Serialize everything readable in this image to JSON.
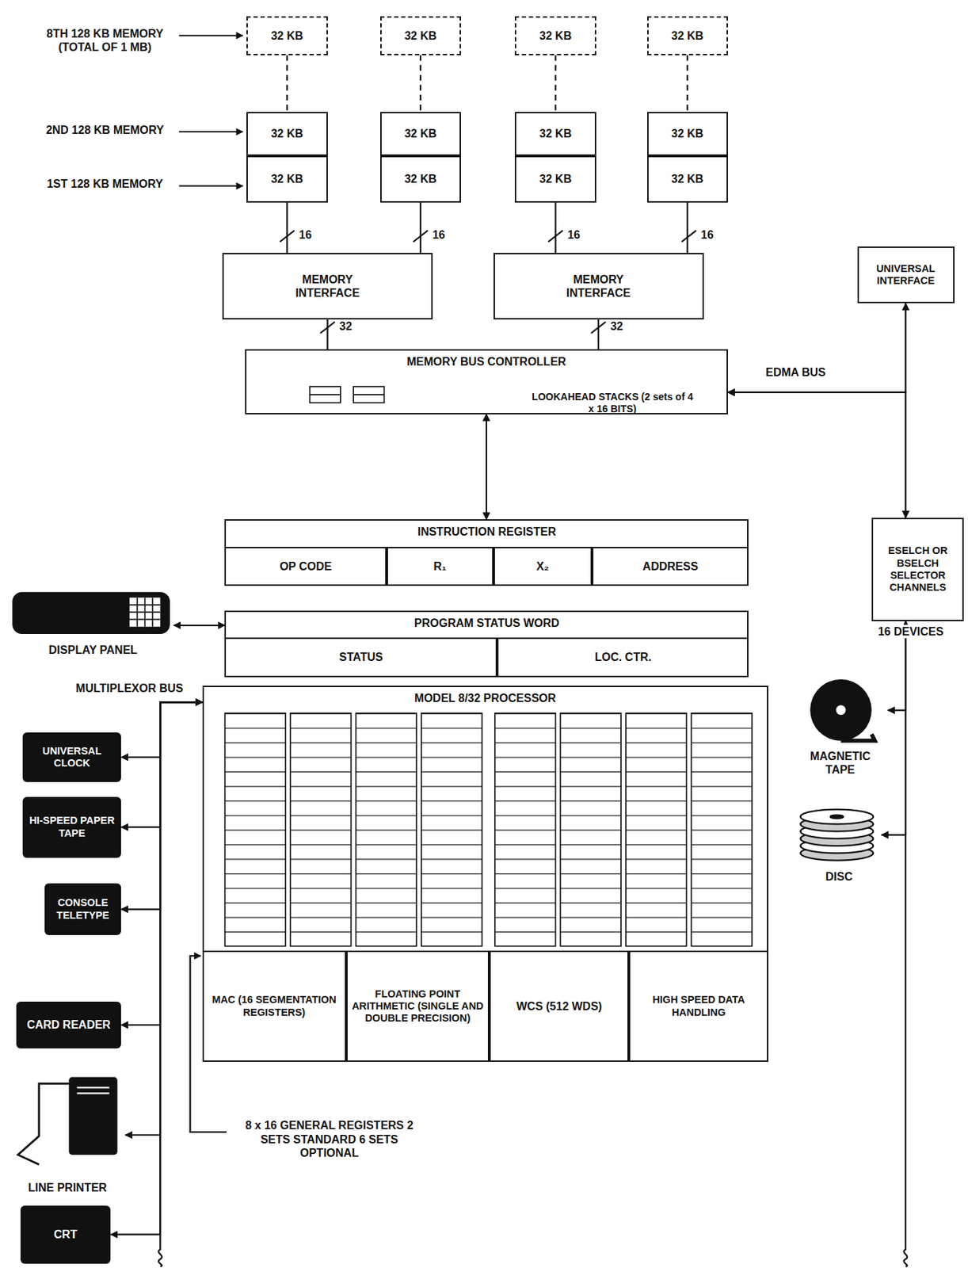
{
  "diagram": {
    "nodes": [
      {
        "text": [
          "32 KB"
        ]
      },
      {
        "text": [
          "32 KB"
        ]
      },
      {
        "text": [
          "32 KB"
        ]
      },
      {
        "text": [
          "32 KB"
        ]
      },
      {
        "text": [
          "32 KB"
        ]
      },
      {
        "text": [
          "32 KB"
        ]
      },
      {
        "text": [
          "32 KB"
        ]
      },
      {
        "text": [
          "32 KB"
        ]
      },
      {
        "text": [
          "32 KB"
        ]
      },
      {
        "text": [
          "32 KB"
        ]
      },
      {
        "text": [
          "32 KB"
        ]
      },
      {
        "text": [
          "32 KB"
        ]
      },
      {
        "text": [
          "MEMORY INTERFACE"
        ]
      },
      {
        "text": [
          "MEMORY INTERFACE"
        ]
      },
      {
        "text": [
          "UNIVERSAL INTERFACE"
        ]
      },
      {
        "text": [
          "MEMORY BUS CONTROLLER",
          "LOOKAHEAD STACKS (2 sets of 4 x 16 BITS)"
        ]
      },
      {
        "text": [
          "ESELCH OR BSELCH SELECTOR CHANNELS"
        ]
      },
      {
        "text": [
          "DISPLAY PANEL"
        ]
      },
      {
        "text": [
          "INSTRUCTION REGISTER"
        ]
      },
      {
        "text": [
          "OP CODE"
        ],
        "in": 18
      },
      {
        "text": [
          "R₁"
        ],
        "in": 18
      },
      {
        "text": [
          "X₂"
        ],
        "in": 18
      },
      {
        "text": [
          "ADDRESS"
        ],
        "in": 18
      },
      {
        "text": [
          "PROGRAM STATUS WORD"
        ]
      },
      {
        "text": [
          "STATUS"
        ],
        "in": 23
      },
      {
        "text": [
          "LOC. CTR."
        ],
        "in": 23
      },
      {
        "text": [
          "MODEL 8/32 PROCESSOR"
        ]
      },
      {
        "text": [
          "MAC (16 SEGMENTATION REGISTERS)"
        ],
        "in": 26
      },
      {
        "text": [
          "FLOATING POINT ARITHMETIC (SINGLE AND DOUBLE PRECISION)"
        ],
        "in": 26
      },
      {
        "text": [
          "WCS (512 WDS)"
        ],
        "in": 26
      },
      {
        "text": [
          "HIGH SPEED DATA HANDLING"
        ],
        "in": 26
      },
      {
        "text": [
          "MAGNETIC TAPE"
        ]
      },
      {
        "text": [
          "DISC"
        ]
      },
      {
        "text": [
          "UNIVERSAL CLOCK"
        ]
      },
      {
        "text": [
          "HI-SPEED PAPER TAPE"
        ]
      },
      {
        "text": [
          "CONSOLE TELETYPE"
        ]
      },
      {
        "text": [
          "CARD READER"
        ]
      },
      {
        "text": [
          "LINE PRINTER"
        ]
      },
      {
        "text": [
          "CRT"
        ]
      }
    ],
    "edges": [
      {
        "from": 0,
        "to": 4,
        "arrow": "none"
      },
      {
        "from": 1,
        "to": 5,
        "arrow": "none"
      },
      {
        "from": 2,
        "to": 6,
        "arrow": "none"
      },
      {
        "from": 3,
        "to": 7,
        "arrow": "none"
      },
      {
        "from": 8,
        "to": 12,
        "arrow": "none"
      },
      {
        "from": 9,
        "to": 12,
        "arrow": "none"
      },
      {
        "from": 10,
        "to": 13,
        "arrow": "none"
      },
      {
        "from": 11,
        "to": 13,
        "arrow": "none"
      },
      {
        "from": 12,
        "to": 15,
        "arrow": "none"
      },
      {
        "from": 13,
        "to": 15,
        "arrow": "none"
      },
      {
        "from": 14,
        "to": 15,
        "arrow": "both"
      },
      {
        "from": 16,
        "to": 15,
        "arrow": "both"
      },
      {
        "from": 15,
        "to": 18,
        "arrow": "both"
      },
      {
        "from": 31,
        "to": 16,
        "arrow": "both"
      },
      {
        "from": 32,
        "to": 16,
        "arrow": "both"
      },
      {
        "from": 17,
        "to": 23,
        "arrow": "both"
      },
      {
        "from": 33,
        "to": 26,
        "arrow": "both"
      },
      {
        "from": 34,
        "to": 26,
        "arrow": "both"
      },
      {
        "from": 35,
        "to": 26,
        "arrow": "both"
      },
      {
        "from": 36,
        "to": 26,
        "arrow": "both"
      },
      {
        "from": 37,
        "to": 26,
        "arrow": "both"
      },
      {
        "from": 38,
        "to": 26,
        "arrow": "both"
      }
    ],
    "labels": [
      "8TH 128 KB MEMORY (TOTAL OF 1 MB)",
      "2ND 128 KB MEMORY",
      "1ST 128 KB MEMORY",
      "16",
      "16",
      "16",
      "16",
      "32",
      "32",
      "EDMA BUS",
      "16 DEVICES",
      "MULTIPLEXOR BUS",
      "8 x 16 GENERAL REGISTERS 2 SETS STANDARD 6 SETS OPTIONAL"
    ]
  }
}
